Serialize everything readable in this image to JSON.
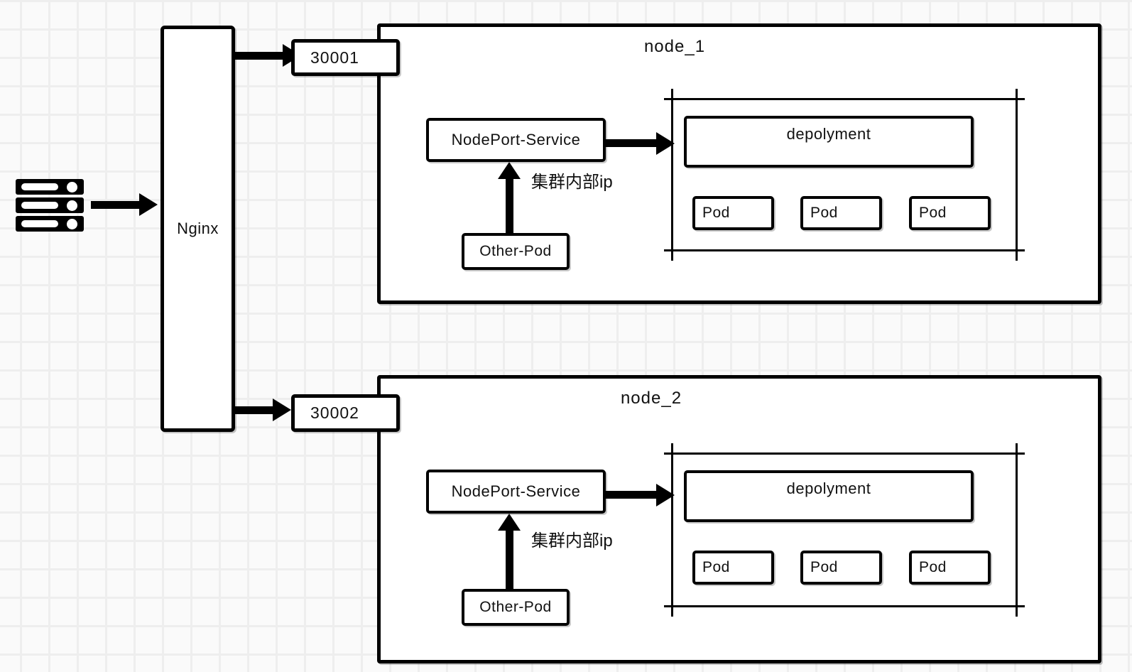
{
  "canvas": {
    "background": "#fafafa",
    "grid_color": "#eeeeee",
    "stroke_color": "#000000",
    "box_fill": "#ffffff"
  },
  "client": {
    "icon": "server-stack-icon"
  },
  "nginx": {
    "label": "Nginx"
  },
  "ports": [
    {
      "label": "30001"
    },
    {
      "label": "30002"
    }
  ],
  "nodes": [
    {
      "title": "node_1",
      "service_label": "NodePort-Service",
      "deployment_label": "depolyment",
      "pods": [
        "Pod",
        "Pod",
        "Pod"
      ],
      "other_pod_label": "Other-Pod",
      "internal_ip_label": "集群内部ip"
    },
    {
      "title": "node_2",
      "service_label": "NodePort-Service",
      "deployment_label": "depolyment",
      "pods": [
        "Pod",
        "Pod",
        "Pod"
      ],
      "other_pod_label": "Other-Pod",
      "internal_ip_label": "集群内部ip"
    }
  ]
}
